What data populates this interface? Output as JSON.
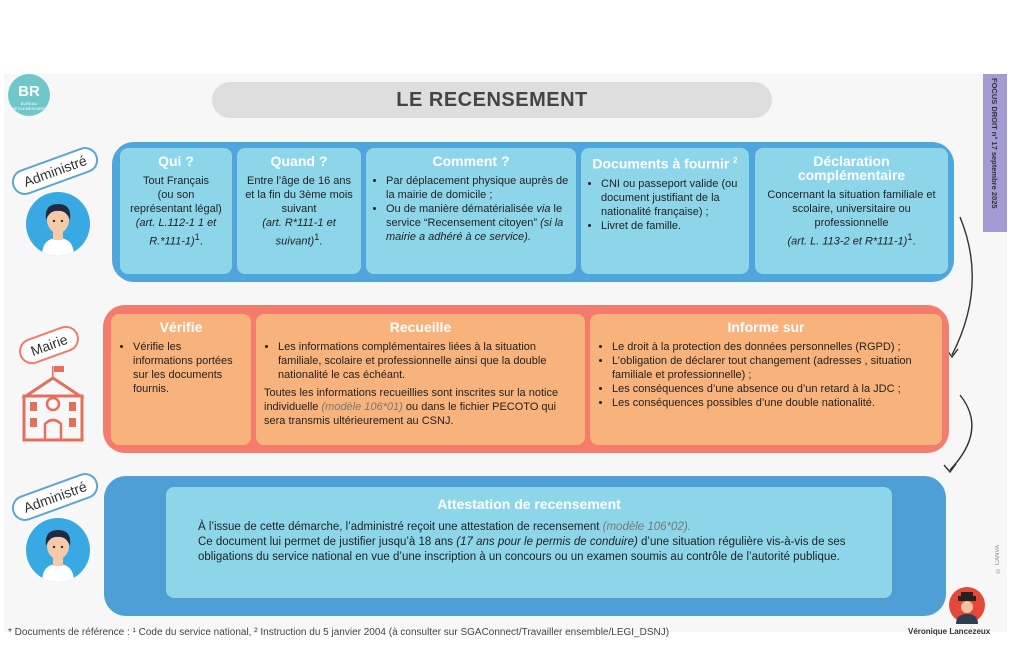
{
  "logo": {
    "abbr": "BR",
    "subtitle": "BUREAU RÉGLEMENTAIRE"
  },
  "title": "LE RECENSEMENT",
  "side_tab": "FOCUS DROIT n° 17 septembre 2025",
  "roles": {
    "administre": "Administré",
    "mairie": "Mairie"
  },
  "row1": {
    "qui": {
      "title": "Qui ?",
      "lines": [
        "Tout Français",
        "(ou son",
        "représentant légal)"
      ],
      "ref": "(art. L.112-1 1 et R.*111-1)",
      "sup": "1"
    },
    "quand": {
      "title": "Quand ?",
      "text": "Entre l’âge de 16 ans et la fin du 3ème mois suivant",
      "ref": "(art. R*111-1 et suivant)",
      "sup": "1"
    },
    "comment": {
      "title": "Comment ?",
      "b1": "Par déplacement physique auprès de la mairie de domicile ;",
      "b2a": "Ou de manière dématérialisée",
      "b2via": "via",
      "b2b": "le service “Recensement citoyen”",
      "b2c": "(si la mairie a adhéré à ce service)."
    },
    "documents": {
      "title": "Documents à fournir",
      "sup": "2",
      "b1": "CNI ou passeport valide (ou document justifiant de la nationalité française) ;",
      "b2": "Livret de famille."
    },
    "declaration": {
      "title": "Déclaration complémentaire",
      "text": "Concernant la situation familiale et scolaire, universitaire ou professionnelle",
      "ref": "(art. L. 113-2 et R*111-1)",
      "sup": "1"
    }
  },
  "row2": {
    "verifie": {
      "title": "Vérifie",
      "b1": "Vérifie les informations portées sur les documents fournis."
    },
    "recueille": {
      "title": "Recueille",
      "b1": "Les informations complémentaires liées à la situation familiale, scolaire et professionnelle ainsi que la double nationalité le cas échéant.",
      "p1": "Toutes les informations recueillies sont inscrites sur la notice individuelle",
      "p1ref": "(modèle 106*01)",
      "p1b": "ou dans le fichier PECOTO qui sera transmis ultérieurement au CSNJ."
    },
    "informe": {
      "title": "Informe sur",
      "items": [
        "Le droit à la protection des données personnelles (RGPD) ;",
        "L’obligation de déclarer tout changement (adresses , situation familiale et professionnelle) ;",
        "Les conséquences d’une absence ou d’un retard à la JDC ;",
        "Les conséquences possibles d’une double nationalité."
      ]
    }
  },
  "row3": {
    "title": "Attestation de recensement",
    "p1": "À l’issue de cette démarche, l’administré reçoit une attestation de recensement",
    "p1ref": "(modèle 106*02).",
    "p2a": "Ce document lui permet de justifier jusqu’à 18 ans",
    "p2it": "(17 ans pour le permis de conduire)",
    "p2b": "d’une situation régulière vis-à-vis de ses obligations du service national en vue d’une inscription à un concours ou un examen soumis au contrôle de l’autorité publique."
  },
  "footer": {
    "text": "* Documents de référence : ¹ Code du service national, ² Instruction du 5 janvier 2004 (à consulter sur SGAConnect/Travailler ensemble/LEGI_DSNJ)"
  },
  "author": "Véronique Lancezeux",
  "canva": "© CANVA",
  "colors": {
    "blue_band": "#4fa6dc",
    "card_blue": "#8dd6ea",
    "red_band": "#f47c6c",
    "card_orange": "#f8b27c",
    "side_tab": "#a39bd4"
  },
  "icons": [
    "person-avatar-icon",
    "town-hall-icon",
    "curved-arrow-icon"
  ]
}
